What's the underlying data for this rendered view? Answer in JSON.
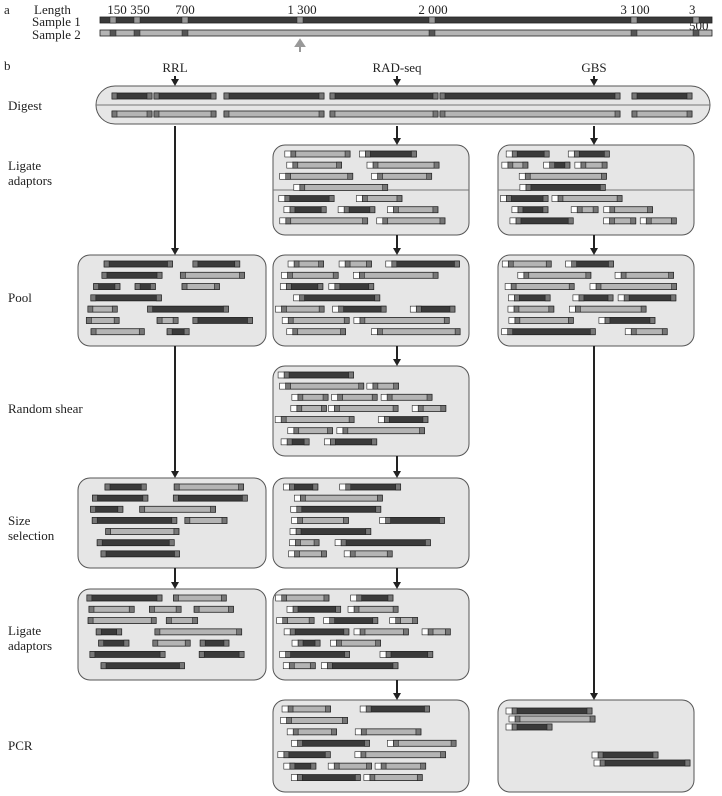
{
  "panel_a": {
    "label": "a",
    "length_label": "Length",
    "samples": [
      "Sample 1",
      "Sample 2"
    ],
    "ticks": [
      "150",
      "350",
      "700",
      "1 300",
      "2 000",
      "3 100",
      "3 500"
    ]
  },
  "panel_b": {
    "label": "b",
    "methods": [
      "RRL",
      "RAD-seq",
      "GBS"
    ],
    "steps": [
      "Digest",
      "Ligate adaptors",
      "Pool",
      "Random shear",
      "Size selection",
      "Ligate adaptors",
      "PCR"
    ]
  },
  "colors": {
    "sample1": "#3a3a3a",
    "sample2": "#b4b4b4",
    "panel": "#e6e6e6",
    "adaptor": "#ffffff"
  }
}
